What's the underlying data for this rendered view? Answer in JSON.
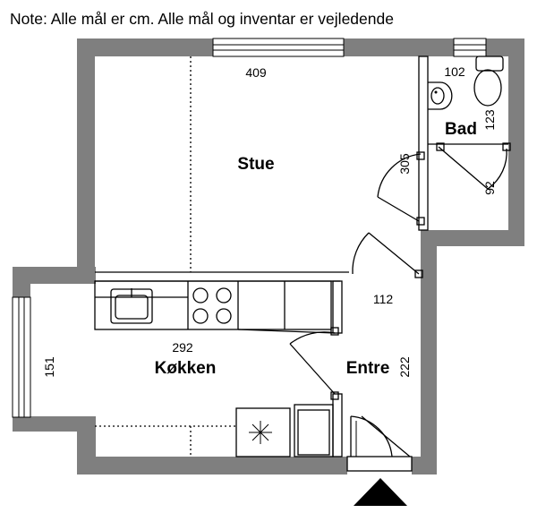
{
  "note": "Note: Alle mål er cm. Alle mål og inventar er vejledende",
  "rooms": {
    "stue": "Stue",
    "bad": "Bad",
    "kokken": "Køkken",
    "entre": "Entre"
  },
  "dimensions": {
    "stue_width": "409",
    "stue_height": "305",
    "bad_width": "102",
    "bad_height": "123",
    "bad_door": "92",
    "kokken_width": "292",
    "kokken_height": "151",
    "entre_width": "112",
    "entre_height": "222"
  },
  "colors": {
    "wall": "#7f7f7f",
    "line": "#000000",
    "background": "#ffffff"
  }
}
